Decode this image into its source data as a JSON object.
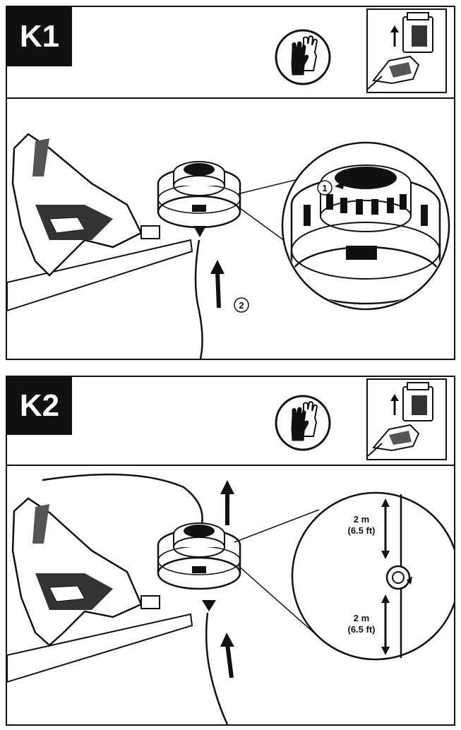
{
  "panels": [
    {
      "label": "K1",
      "icons": [
        "protective-gloves-icon",
        "remove-battery-icon"
      ],
      "callouts": [
        "1",
        "2"
      ]
    },
    {
      "label": "K2",
      "icons": [
        "protective-gloves-icon",
        "remove-battery-icon"
      ],
      "measurement_top": {
        "value": "2 m",
        "imperial": "(6.5 ft)"
      },
      "measurement_bottom": {
        "value": "2 m",
        "imperial": "(6.5 ft)"
      }
    }
  ]
}
